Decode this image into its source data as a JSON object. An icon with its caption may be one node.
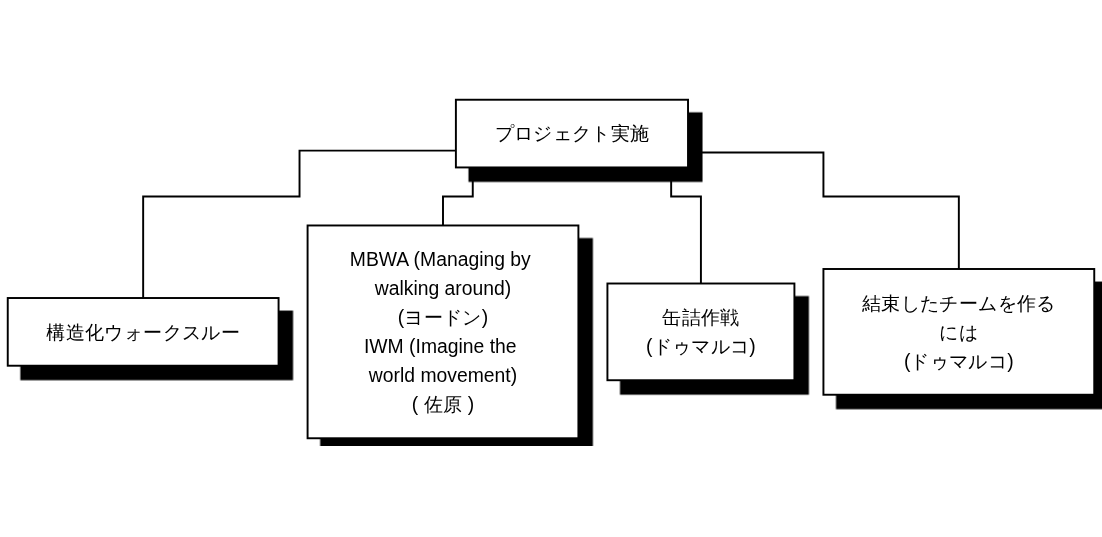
{
  "diagram": {
    "nodes": [
      {
        "text": [
          "プロジェクト実施"
        ]
      },
      {
        "text": [
          "構造化ウォークスルー"
        ]
      },
      {
        "text": [
          "MBWA (Managing by walking around)",
          "(ヨードン)",
          "IWM (Imagine the world movement)",
          "( 佐原 )"
        ]
      },
      {
        "text": [
          "缶詰作戦",
          "(ドゥマルコ)"
        ]
      },
      {
        "text": [
          "結束したチームを作るには",
          "(ドゥマルコ)"
        ]
      }
    ],
    "edges": [
      {
        "from": 0,
        "to": 1,
        "arrow": "none"
      },
      {
        "from": 0,
        "to": 2,
        "arrow": "none"
      },
      {
        "from": 0,
        "to": 3,
        "arrow": "none"
      },
      {
        "from": 0,
        "to": 4,
        "arrow": "none"
      }
    ]
  }
}
